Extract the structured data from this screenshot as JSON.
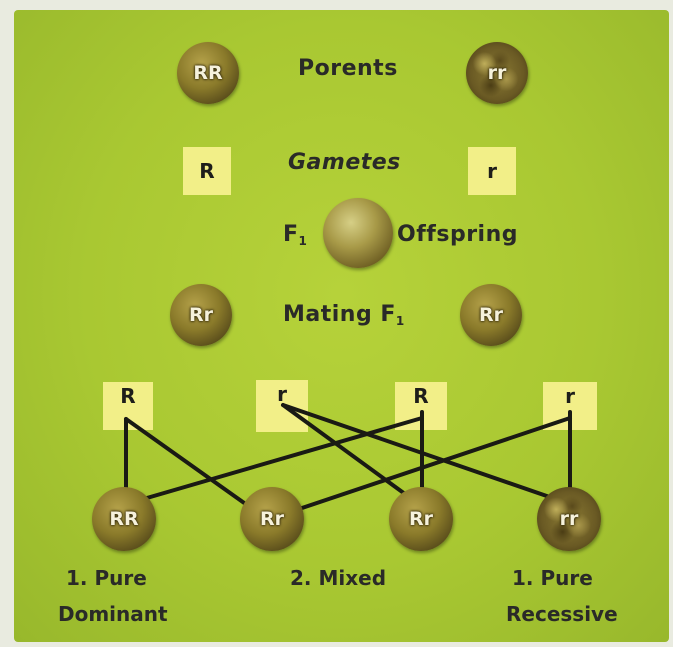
{
  "parents": {
    "label": "Porents",
    "left": "RR",
    "right": "rr"
  },
  "gametes": {
    "label": "Gametes",
    "left": "R",
    "right": "r"
  },
  "f1": {
    "label_main": "F",
    "label_sub": "1",
    "offspring_label": "Offspring"
  },
  "mating": {
    "label_main": "Mating F",
    "label_sub": "1",
    "left": "Rr",
    "right": "Rr"
  },
  "cross_gametes": [
    "R",
    "r",
    "R",
    "r"
  ],
  "offspring": [
    {
      "genotype": "RR",
      "caption_line1": "1. Pure",
      "caption_line2": "Dominant"
    },
    {
      "genotype": "Rr",
      "caption_line1": "2. Mixed",
      "caption_line2": ""
    },
    {
      "genotype": "Rr",
      "caption_line1": "",
      "caption_line2": ""
    },
    {
      "genotype": "rr",
      "caption_line1": "1. Pure",
      "caption_line2": "Recessive"
    }
  ],
  "colors": {
    "background": "#a9c832",
    "gamete_box": "#f2ef88",
    "lines": "#1a1a14"
  }
}
